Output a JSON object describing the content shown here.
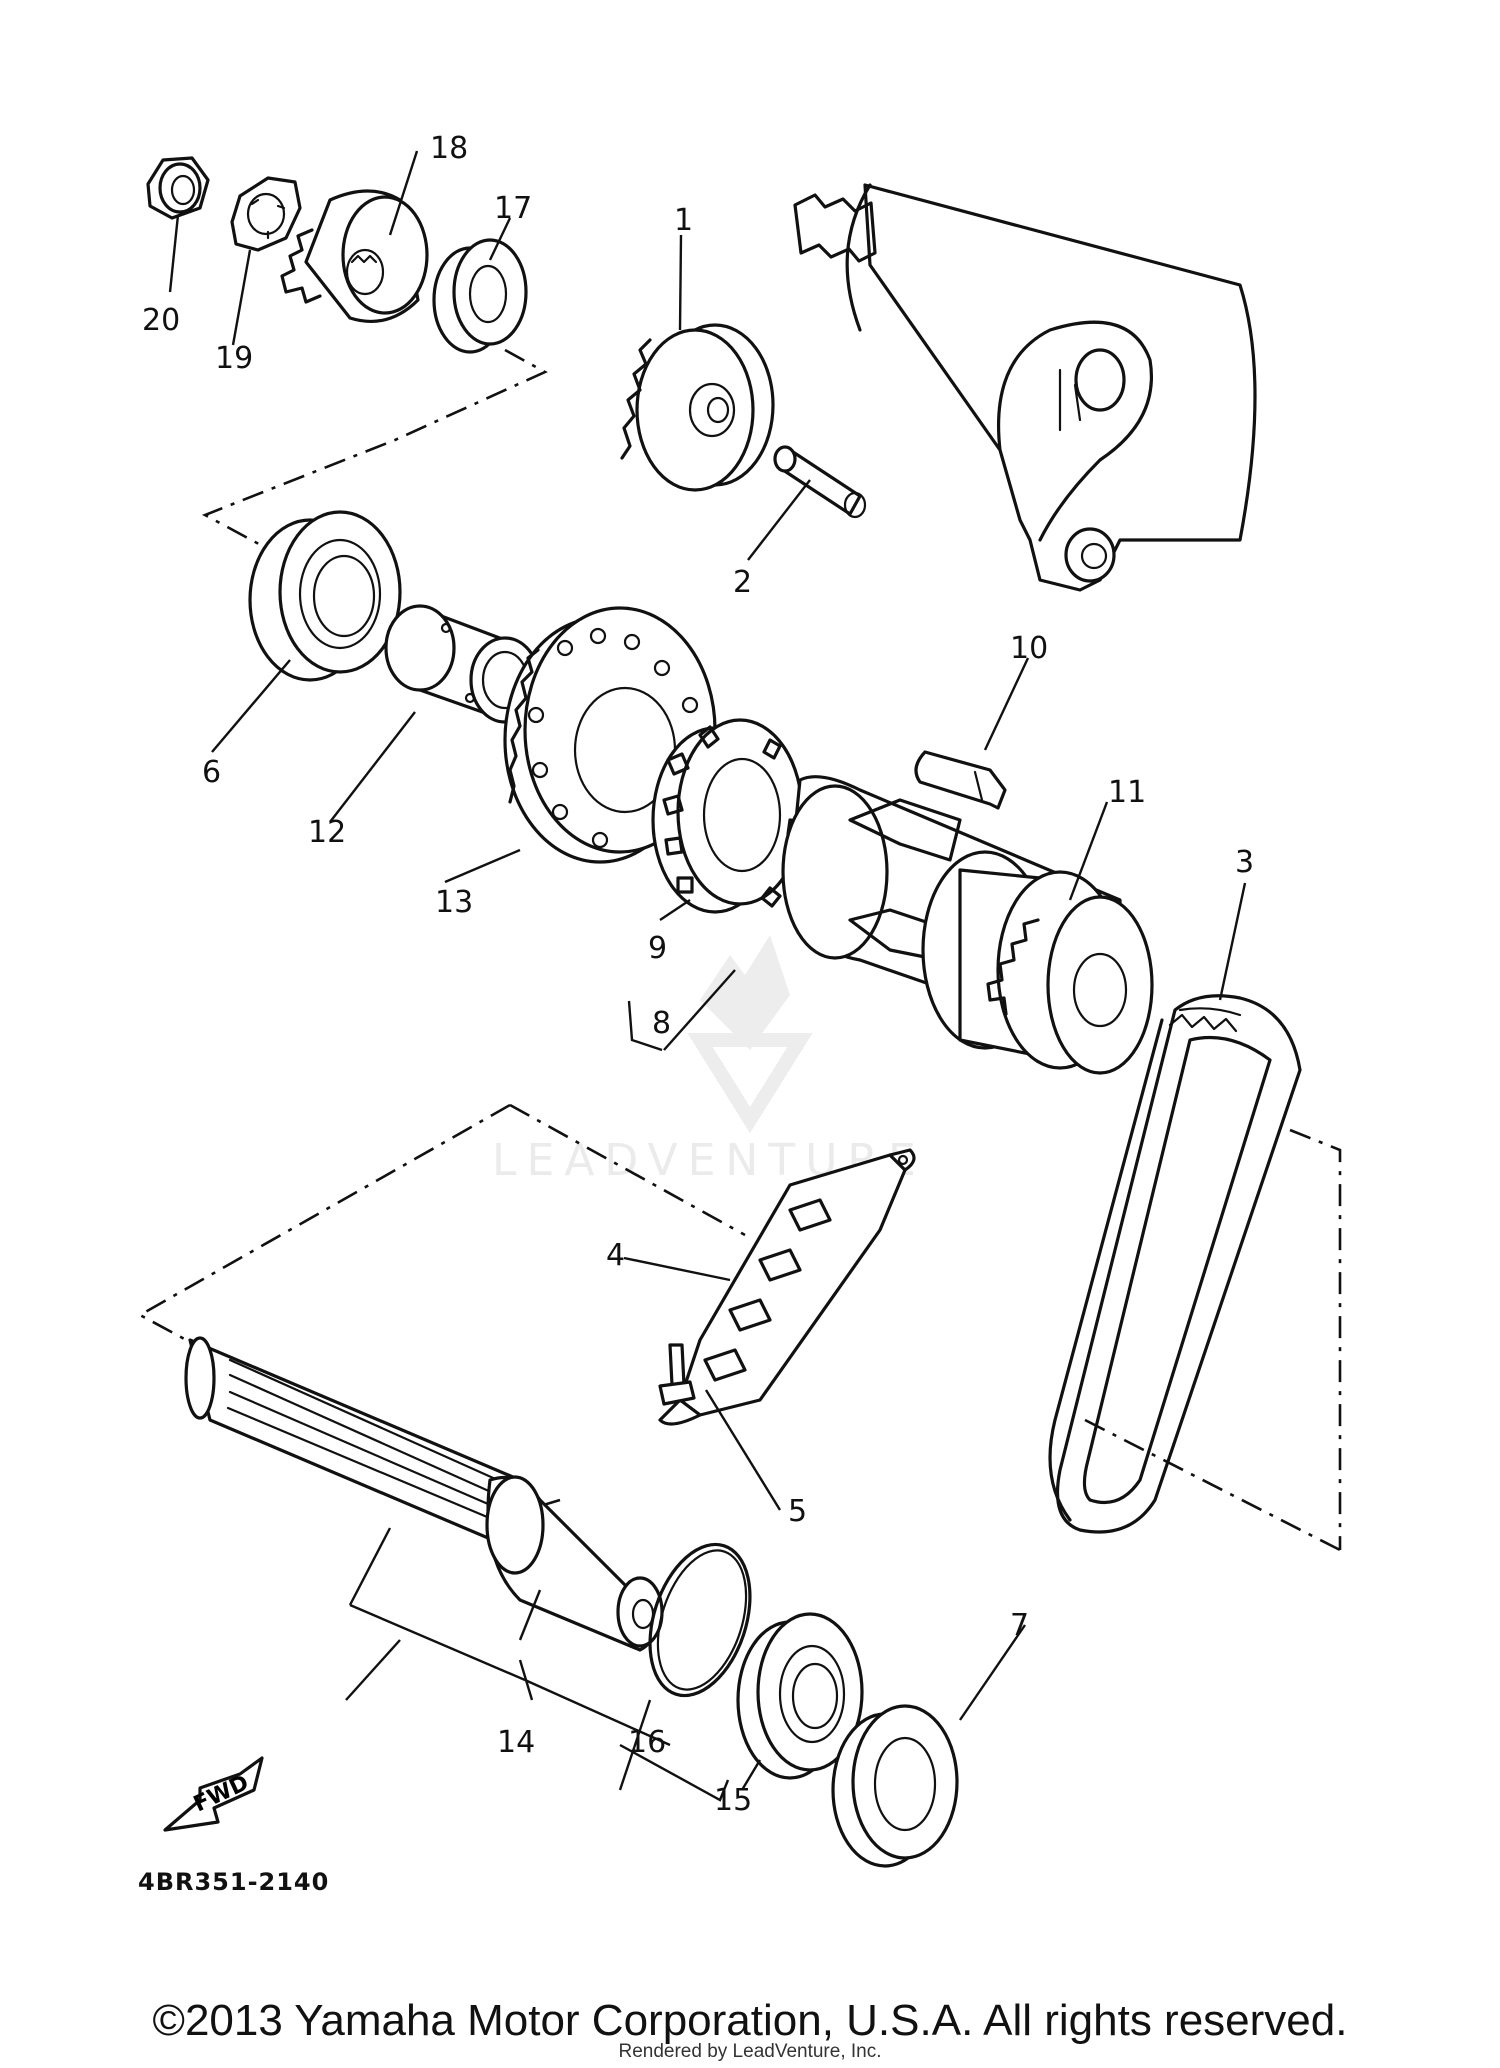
{
  "callouts": [
    "1",
    "2",
    "3",
    "4",
    "5",
    "6",
    "7",
    "8",
    "9",
    "10",
    "11",
    "12",
    "13",
    "14",
    "15",
    "16",
    "17",
    "18",
    "19",
    "20"
  ],
  "fwd_label": "FWD",
  "watermark_text": "LEADVENTURE",
  "diagram_code": "4BR351-2140",
  "copyright": "©2013 Yamaha Motor Corporation, U.S.A. All rights reserved.",
  "rendered_by": "Rendered by LeadVenture, Inc.",
  "colors": {
    "ink": "#111111",
    "paper": "#ffffff",
    "watermark": "#e9e9e9"
  }
}
